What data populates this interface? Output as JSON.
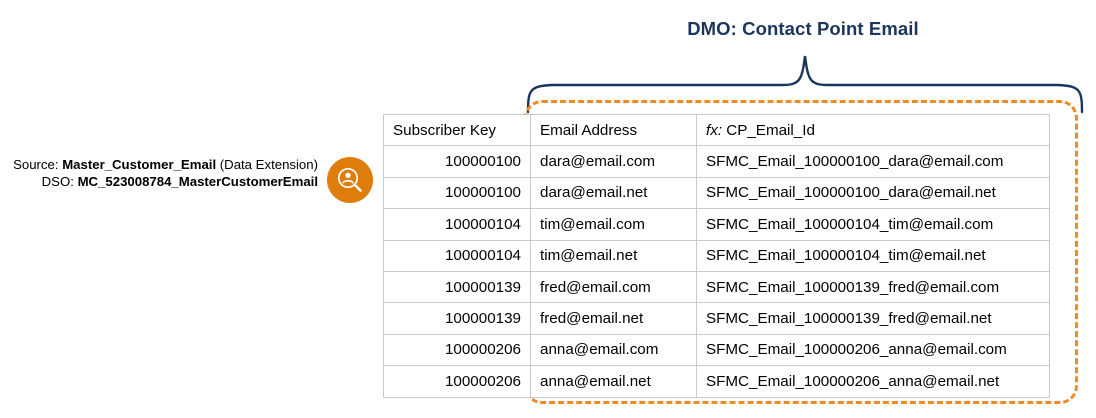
{
  "diagram": {
    "title": "DMO: Contact Point Email",
    "title_color": "#1b365d",
    "highlight_color": "#ef8b22",
    "icon_color": "#df7d0c",
    "icon_name": "identity-resolution-icon"
  },
  "source": {
    "line1_prefix": "Source: ",
    "line1_name": "Master_Customer_Email",
    "line1_suffix": " (Data Extension)",
    "line2_prefix": "DSO: ",
    "line2_name": "MC_523008784_MasterCustomerEmail"
  },
  "table": {
    "columns": [
      {
        "label": "Subscriber Key",
        "align": "right"
      },
      {
        "label": "Email Address",
        "align": "left"
      },
      {
        "label_italic": "fx:",
        "label": " CP_Email_Id",
        "align": "left"
      }
    ],
    "rows": [
      {
        "subscriber_key": "100000100",
        "email_address": "dara@email.com",
        "cp_email_id": "SFMC_Email_100000100_dara@email.com"
      },
      {
        "subscriber_key": "100000100",
        "email_address": "dara@email.net",
        "cp_email_id": "SFMC_Email_100000100_dara@email.net"
      },
      {
        "subscriber_key": "100000104",
        "email_address": "tim@email.com",
        "cp_email_id": "SFMC_Email_100000104_tim@email.com"
      },
      {
        "subscriber_key": "100000104",
        "email_address": "tim@email.net",
        "cp_email_id": "SFMC_Email_100000104_tim@email.net"
      },
      {
        "subscriber_key": "100000139",
        "email_address": "fred@email.com",
        "cp_email_id": "SFMC_Email_100000139_fred@email.com"
      },
      {
        "subscriber_key": "100000139",
        "email_address": "fred@email.net",
        "cp_email_id": "SFMC_Email_100000139_fred@email.net"
      },
      {
        "subscriber_key": "100000206",
        "email_address": "anna@email.com",
        "cp_email_id": "SFMC_Email_100000206_anna@email.com"
      },
      {
        "subscriber_key": "100000206",
        "email_address": "anna@email.net",
        "cp_email_id": "SFMC_Email_100000206_anna@email.net"
      }
    ]
  }
}
